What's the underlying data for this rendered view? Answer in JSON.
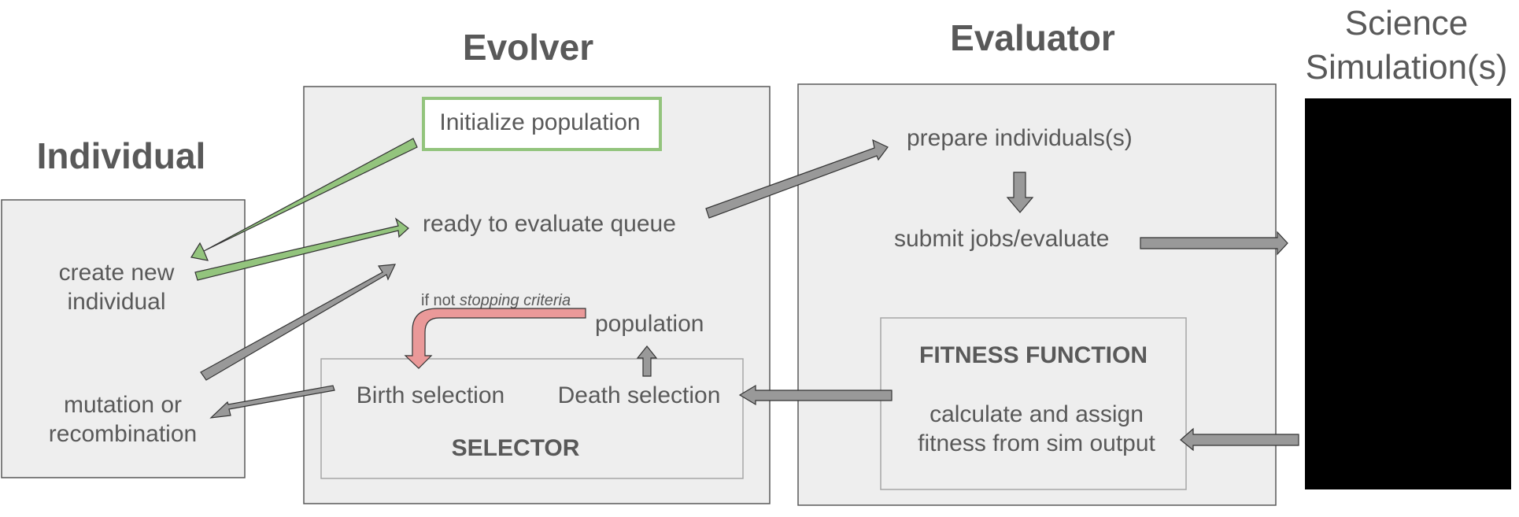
{
  "individual": {
    "title": "Individual",
    "create_line1": "create new",
    "create_line2": "individual",
    "mutation_line1": "mutation or",
    "mutation_line2": "recombination"
  },
  "evolver": {
    "title": "Evolver",
    "initialize": "Initialize population",
    "ready_queue": "ready to evaluate queue",
    "if_not_prefix": "if not ",
    "if_not_italic": "stopping criteria",
    "population": "population",
    "birth_selection": "Birth selection",
    "death_selection": "Death selection",
    "selector": "SELECTOR"
  },
  "evaluator": {
    "title": "Evaluator",
    "prepare": "prepare individuals(s)",
    "submit": "submit jobs/evaluate",
    "fitness_title": "FITNESS FUNCTION",
    "fitness_line1": "calculate and assign",
    "fitness_line2": "fitness from sim output"
  },
  "science": {
    "title_line1": "Science",
    "title_line2": "Simulation(s)"
  },
  "colors": {
    "panel_fill": "#eeeeee",
    "panel_border": "#595959",
    "inner_border": "#a6a6a6",
    "text": "#595959",
    "green_arrow": "#93c47d",
    "green_box": "#93c47d",
    "gray_arrow": "#999999",
    "red_arrow": "#ea9999",
    "sim_box": "#000000"
  }
}
